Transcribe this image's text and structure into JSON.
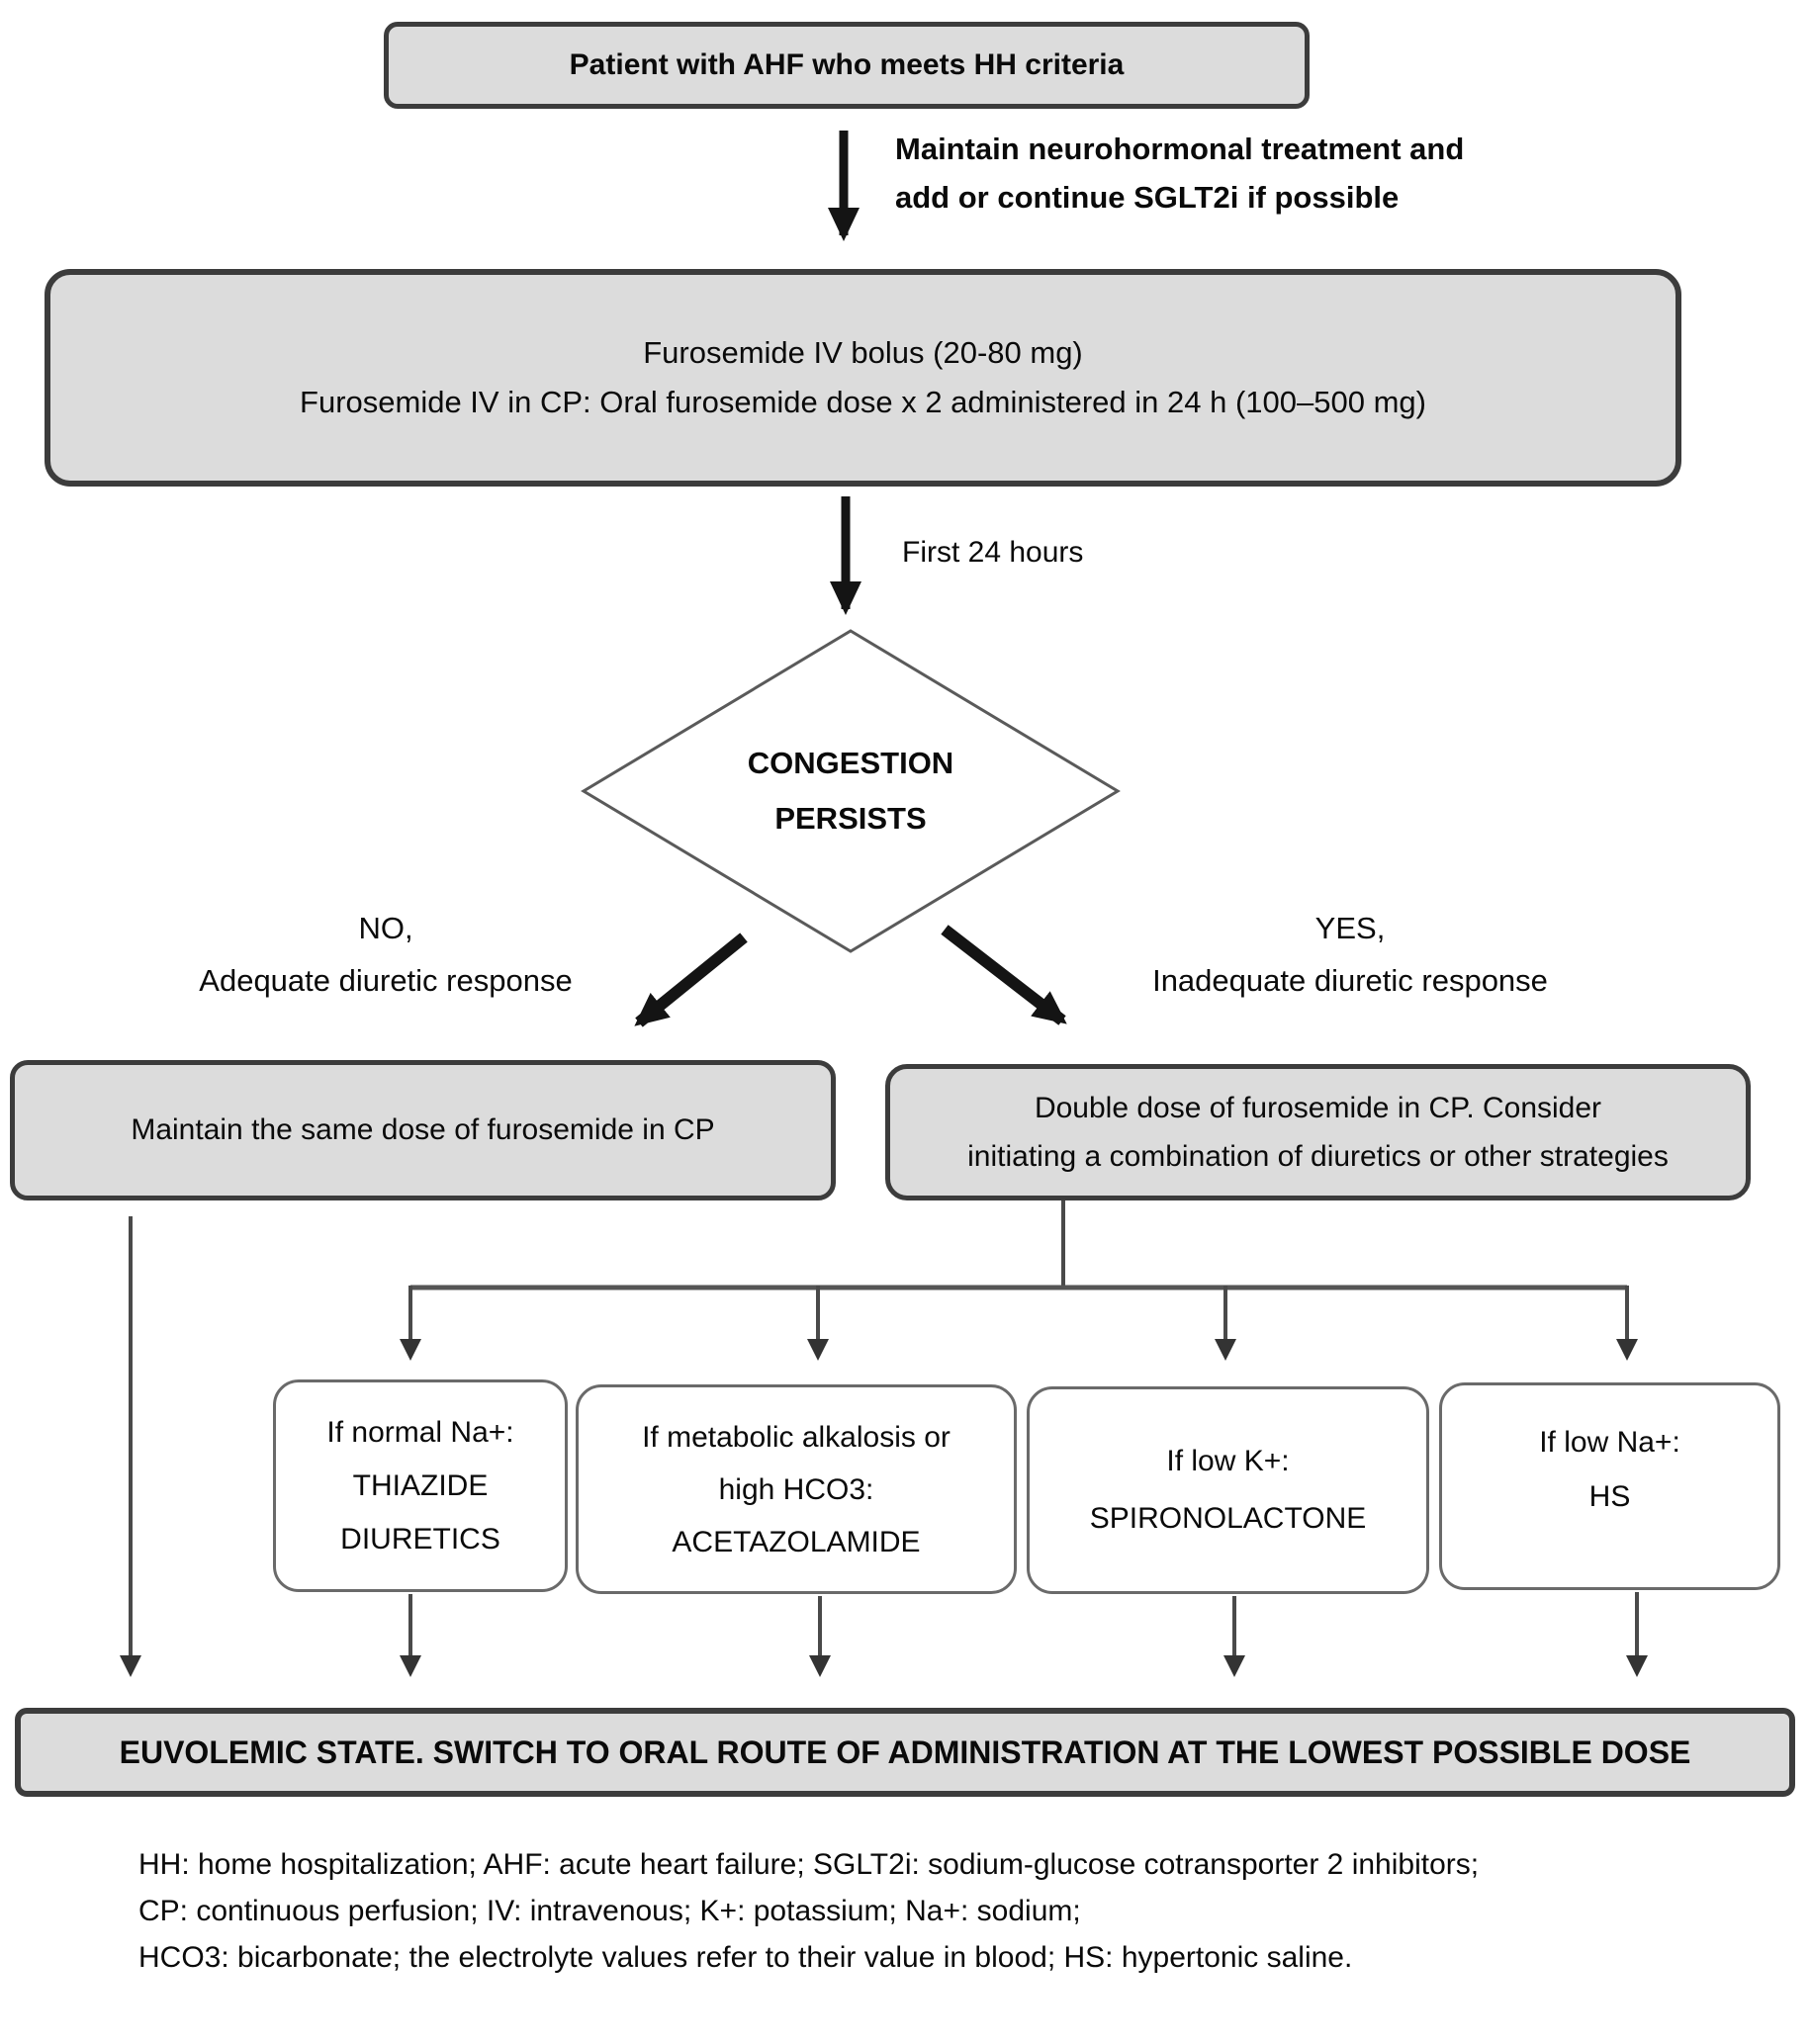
{
  "figure": {
    "type": "flowchart",
    "colors": {
      "node_fill": "#dcdcdc",
      "node_border": "#3c3c3c",
      "option_fill": "#ffffff",
      "option_border": "#6a6a6a",
      "connector": "#4a4a4a",
      "arrow": "#141414"
    },
    "nodes": {
      "start": {
        "label": "Patient with AHF who meets HH criteria"
      },
      "iv": {
        "lines": [
          "Furosemide IV bolus (20-80 mg)",
          "Furosemide IV in CP: Oral furosemide dose x 2 administered in 24 h (100–500 mg)"
        ]
      },
      "decision": {
        "lines": [
          "CONGESTION",
          "PERSISTS"
        ]
      },
      "maintain": {
        "label": "Maintain the same dose of furosemide in CP"
      },
      "double": {
        "lines": [
          "Double dose of furosemide in CP. Consider",
          "initiating a combination of diuretics or other strategies"
        ]
      },
      "thiazide": {
        "lines": [
          "If normal Na+:",
          "THIAZIDE",
          "DIURETICS"
        ]
      },
      "acetazolamide": {
        "lines": [
          "If metabolic alkalosis or",
          "high HCO3:",
          "ACETAZOLAMIDE"
        ]
      },
      "spironolactone": {
        "lines": [
          "If low K+:",
          "SPIRONOLACTONE"
        ]
      },
      "hypertonic_saline": {
        "lines": [
          "If low Na+:",
          "HS"
        ]
      },
      "euvolemic": {
        "label": "EUVOLEMIC STATE. SWITCH TO ORAL ROUTE OF ADMINISTRATION AT THE LOWEST POSSIBLE DOSE"
      }
    },
    "edge_labels": {
      "neurohormonal": {
        "lines": [
          "Maintain neurohormonal treatment and",
          "add or continue SGLT2i if possible"
        ]
      },
      "first24": {
        "label": "First 24 hours"
      },
      "no_branch": {
        "lines": [
          "NO,",
          "Adequate diuretic response"
        ]
      },
      "yes_branch": {
        "lines": [
          "YES,",
          "Inadequate diuretic response"
        ]
      }
    },
    "footnote": {
      "lines": [
        "HH: home hospitalization; AHF: acute heart failure; SGLT2i: sodium-glucose cotransporter 2 inhibitors;",
        "CP: continuous perfusion; IV: intravenous; K+: potassium; Na+: sodium;",
        "HCO3: bicarbonate; the electrolyte values refer to their value in blood; HS: hypertonic saline."
      ]
    }
  }
}
